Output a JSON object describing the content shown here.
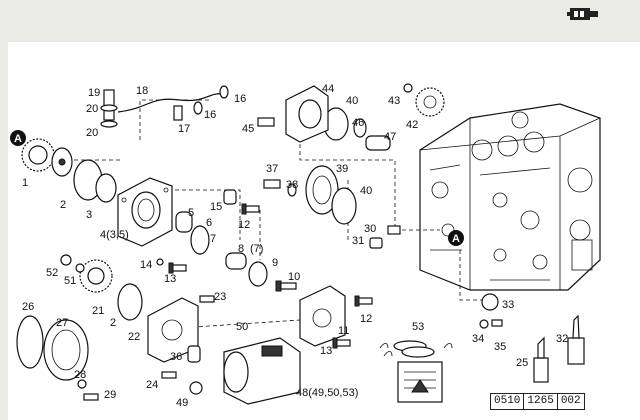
{
  "callouts": [
    {
      "id": "c1",
      "label": "1"
    },
    {
      "id": "c2",
      "label": "2"
    },
    {
      "id": "c3",
      "label": "3"
    },
    {
      "id": "c4",
      "label": "4(3,5)"
    },
    {
      "id": "c5",
      "label": "5"
    },
    {
      "id": "c6",
      "label": "6"
    },
    {
      "id": "c7",
      "label": "7"
    },
    {
      "id": "c8",
      "label": "8"
    },
    {
      "id": "c8b",
      "label": "(7)"
    },
    {
      "id": "c9",
      "label": "9"
    },
    {
      "id": "c10",
      "label": "10"
    },
    {
      "id": "c11",
      "label": "11"
    },
    {
      "id": "c12a",
      "label": "12"
    },
    {
      "id": "c12b",
      "label": "12"
    },
    {
      "id": "c13a",
      "label": "13"
    },
    {
      "id": "c13b",
      "label": "13"
    },
    {
      "id": "c14",
      "label": "14"
    },
    {
      "id": "c15",
      "label": "15"
    },
    {
      "id": "c16a",
      "label": "16"
    },
    {
      "id": "c16b",
      "label": "16"
    },
    {
      "id": "c17",
      "label": "17"
    },
    {
      "id": "c18",
      "label": "18"
    },
    {
      "id": "c19",
      "label": "19"
    },
    {
      "id": "c20a",
      "label": "20"
    },
    {
      "id": "c20b",
      "label": "20"
    },
    {
      "id": "c21",
      "label": "21"
    },
    {
      "id": "c22",
      "label": "22"
    },
    {
      "id": "c23",
      "label": "23"
    },
    {
      "id": "c24",
      "label": "24"
    },
    {
      "id": "c25",
      "label": "25"
    },
    {
      "id": "c26",
      "label": "26"
    },
    {
      "id": "c27",
      "label": "27"
    },
    {
      "id": "c28",
      "label": "28"
    },
    {
      "id": "c29",
      "label": "29"
    },
    {
      "id": "c2b",
      "label": "2"
    },
    {
      "id": "c30",
      "label": "30"
    },
    {
      "id": "c31",
      "label": "31"
    },
    {
      "id": "c32",
      "label": "32"
    },
    {
      "id": "c33",
      "label": "33"
    },
    {
      "id": "c34",
      "label": "34"
    },
    {
      "id": "c35",
      "label": "35"
    },
    {
      "id": "c36",
      "label": "36"
    },
    {
      "id": "c37",
      "label": "37"
    },
    {
      "id": "c38",
      "label": "38"
    },
    {
      "id": "c39",
      "label": "39"
    },
    {
      "id": "c40a",
      "label": "40"
    },
    {
      "id": "c40b",
      "label": "40"
    },
    {
      "id": "c42",
      "label": "42"
    },
    {
      "id": "c43",
      "label": "43"
    },
    {
      "id": "c44",
      "label": "44"
    },
    {
      "id": "c45",
      "label": "45"
    },
    {
      "id": "c46",
      "label": "46"
    },
    {
      "id": "c47",
      "label": "47"
    },
    {
      "id": "c48",
      "label": "48(49,50,53)"
    },
    {
      "id": "c49",
      "label": "49"
    },
    {
      "id": "c50",
      "label": "50"
    },
    {
      "id": "c51",
      "label": "51"
    },
    {
      "id": "c52",
      "label": "52"
    },
    {
      "id": "c53",
      "label": "53"
    }
  ],
  "markers": {
    "a1": "A",
    "a2": "A"
  },
  "reference": {
    "part1": "0510",
    "part2": "1265",
    "part3": "002"
  },
  "icons": {
    "corner": "book-tab-icon"
  }
}
